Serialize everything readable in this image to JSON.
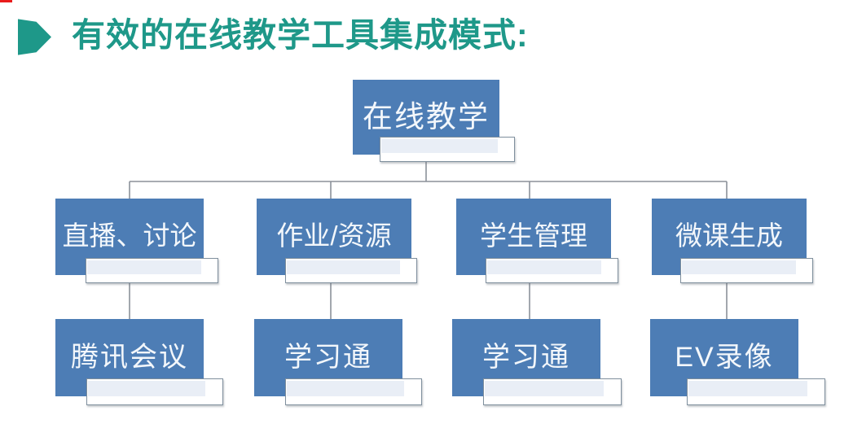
{
  "slide": {
    "title": "有效的在线教学工具集成模式:",
    "colors": {
      "accent": "#1e9889",
      "box-blue": "#4d7db5",
      "line-gray": "#8b9199",
      "overlay-fill": "#e9eef6",
      "artifact-red": "#e91c1c"
    }
  },
  "chart": {
    "root": {
      "label": "在线教学"
    },
    "categories": [
      {
        "label": "直播、讨论",
        "tool": {
          "label": "腾讯会议"
        }
      },
      {
        "label": "作业/资源",
        "tool": {
          "label": "学习通"
        }
      },
      {
        "label": "学生管理",
        "tool": {
          "label": "学习通"
        }
      },
      {
        "label": "微课生成",
        "tool": {
          "label": "EV录像"
        }
      }
    ]
  }
}
